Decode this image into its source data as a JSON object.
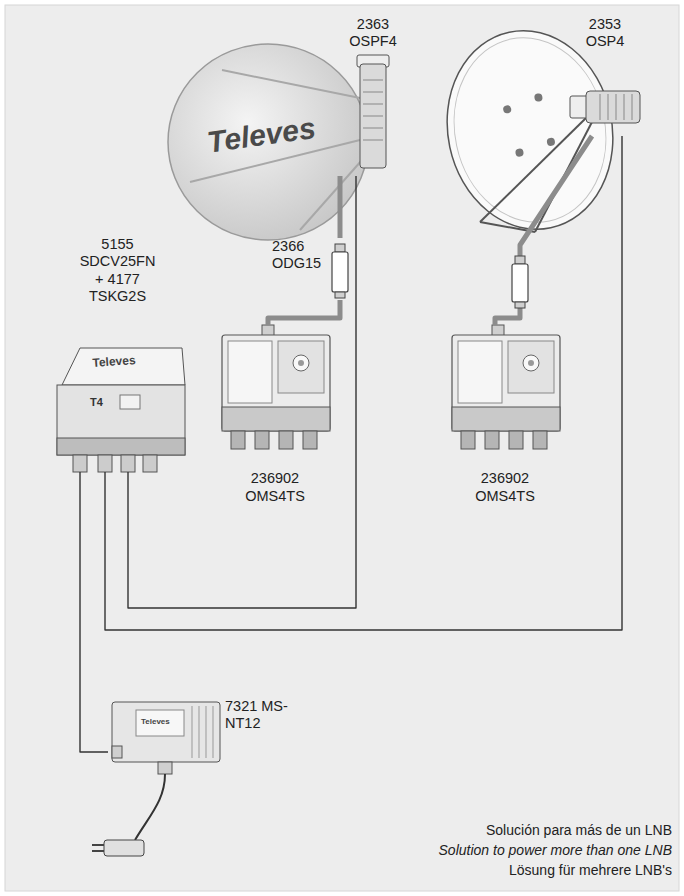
{
  "diagram": {
    "caption": "Solución para más de un LNB",
    "nodes": [
      {
        "text": [
          "2363 OSPF4"
        ]
      },
      {
        "text": [
          "2353 OSP4"
        ]
      },
      {
        "text": [
          "5155 SDCV25FN + 4177 TSKG2S"
        ]
      },
      {
        "text": [
          "2366 ODG15"
        ]
      },
      {
        "text": [
          "236902 OMS4TS"
        ]
      },
      {
        "text": [
          "236902 OMS4TS"
        ]
      },
      {
        "text": [
          "7321 MS-NT12"
        ]
      }
    ],
    "edges": [
      {
        "from": 0,
        "to": 3,
        "arrow": "none"
      },
      {
        "from": 3,
        "to": 4,
        "arrow": "none"
      },
      {
        "from": 1,
        "to": 5,
        "arrow": "none"
      },
      {
        "from": 2,
        "to": 0,
        "arrow": "none"
      },
      {
        "from": 2,
        "to": 1,
        "arrow": "none"
      },
      {
        "from": 6,
        "to": 2,
        "arrow": "none"
      }
    ],
    "labels": [
      "Televes",
      "Televes",
      "T4",
      "Televes",
      "Solution to power more than one LNB",
      "Lösung für mehrere LNB's"
    ]
  }
}
